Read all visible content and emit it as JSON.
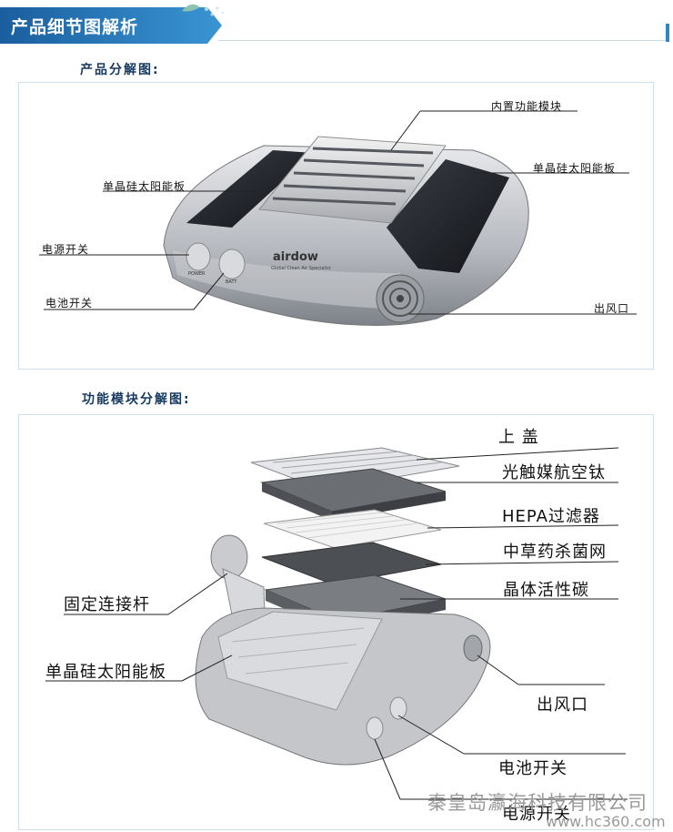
{
  "header": {
    "title": "产品细节图解析"
  },
  "section1": {
    "title": "产品分解图:",
    "labels": {
      "module": "内置功能模块",
      "solar_left": "单晶硅太阳能板",
      "solar_right": "单晶硅太阳能板",
      "power": "电源开关",
      "battery": "电池开关",
      "outlet": "出风口"
    },
    "device": {
      "brand": "airdow",
      "tagline": "Global Clean Air Specialist",
      "power_mark": "POWER",
      "batt_mark": "BATT"
    }
  },
  "section2": {
    "title": "功能模块分解图:",
    "labels": {
      "top_cover": "上 盖",
      "photocatalyst": "光触媒航空钛",
      "hepa": "HEPA过滤器",
      "herbal": "中草药杀菌网",
      "carbon": "晶体活性碳",
      "rod": "固定连接杆",
      "solar": "单晶硅太阳能板",
      "outlet": "出风口",
      "battery": "电池开关",
      "power": "电源开关"
    }
  },
  "watermark": {
    "company": "秦皇岛瀛海科技有限公司",
    "url": "www.hc360.com"
  },
  "colors": {
    "banner": "#1f6fb2",
    "accent": "#2f87c5"
  }
}
